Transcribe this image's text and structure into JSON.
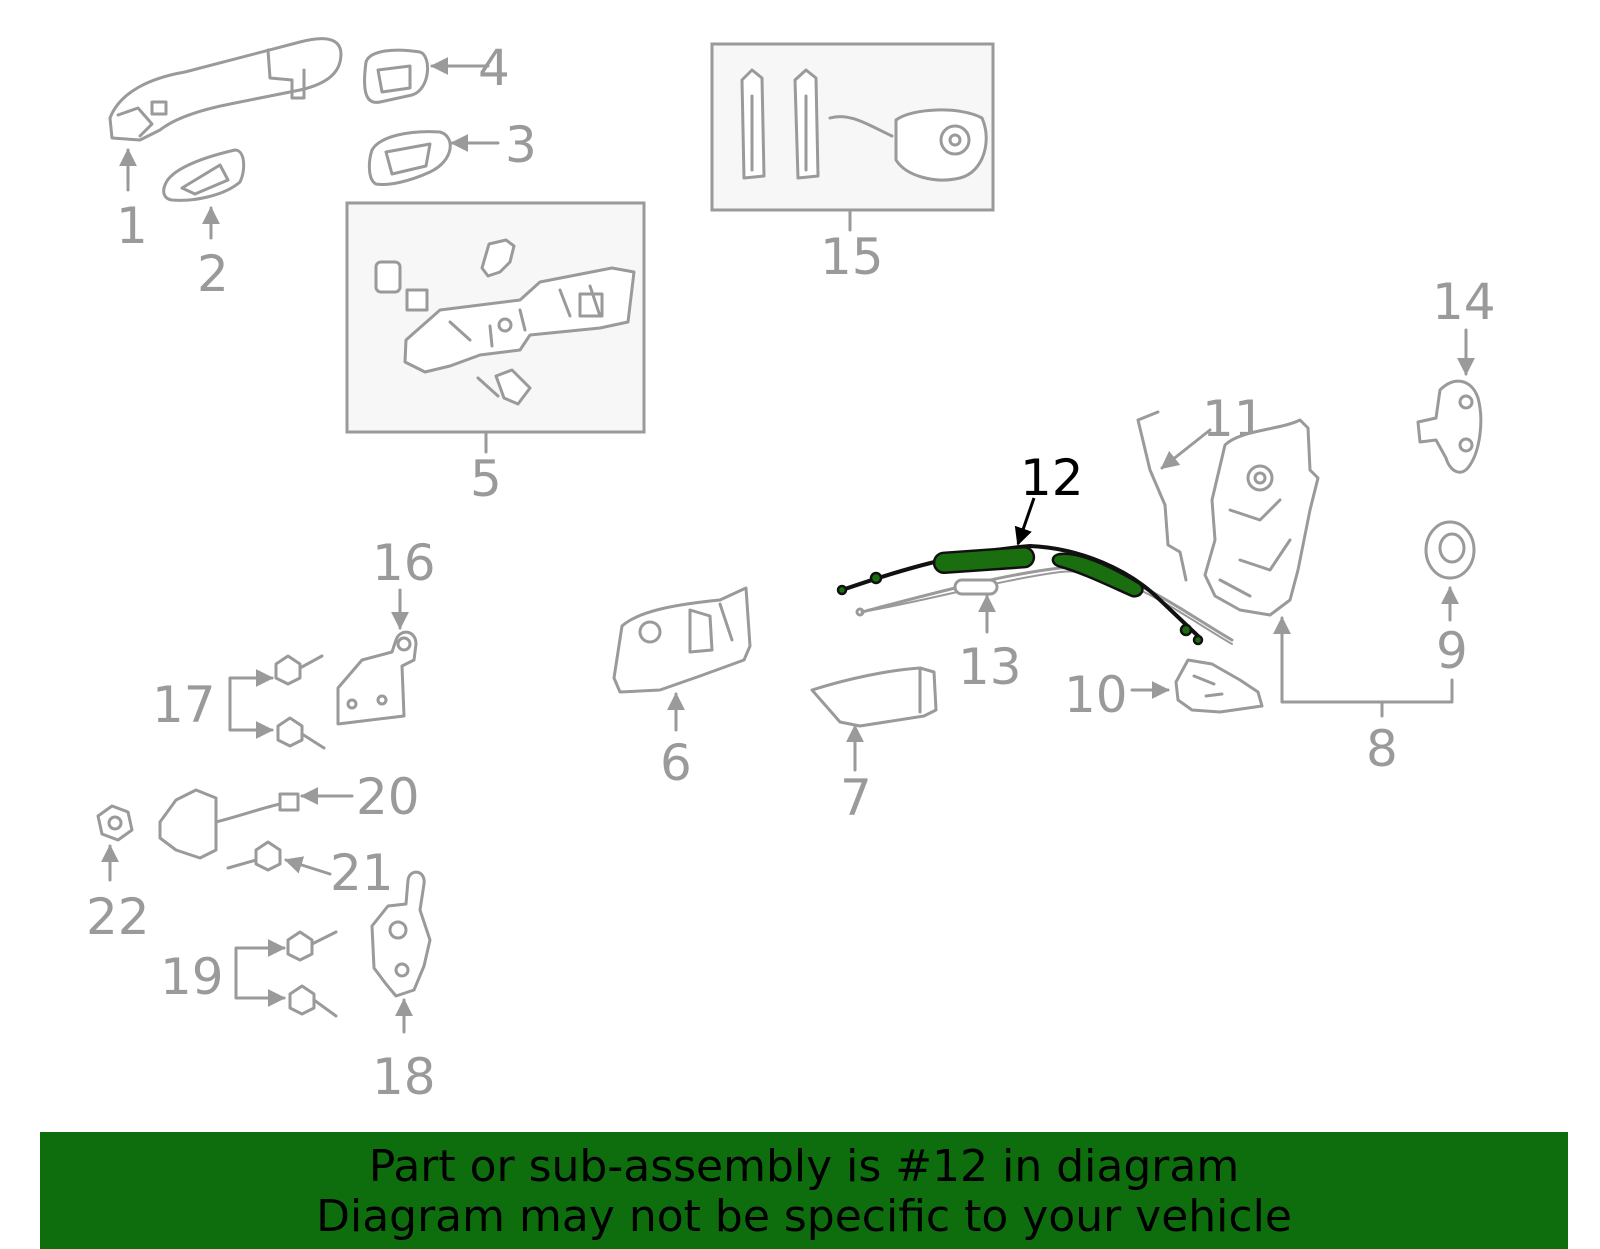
{
  "diagram": {
    "highlight_color": "#1a6e10",
    "part_color": "#9a9a9a",
    "labels": {
      "p1": "1",
      "p2": "2",
      "p3": "3",
      "p4": "4",
      "p5": "5",
      "p6": "6",
      "p7": "7",
      "p8": "8",
      "p9": "9",
      "p10": "10",
      "p11": "11",
      "p12": "12",
      "p13": "13",
      "p14": "14",
      "p15": "15",
      "p16": "16",
      "p17": "17",
      "p18": "18",
      "p19": "19",
      "p20": "20",
      "p21": "21",
      "p22": "22"
    }
  },
  "banner": {
    "background": "#0e6e0e",
    "line1": "Part or sub-assembly is #12 in diagram",
    "line2": "Diagram may not be specific to your vehicle"
  }
}
